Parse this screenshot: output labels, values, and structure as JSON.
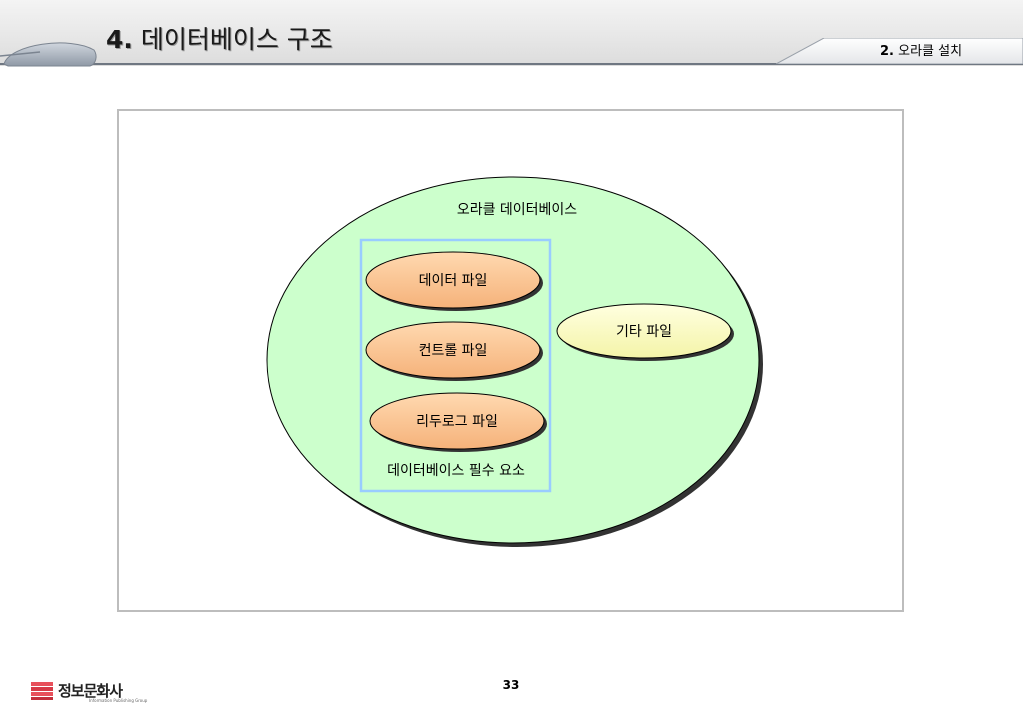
{
  "header": {
    "title_number": "4.",
    "title_text": "데이터베이스 구조",
    "section_number": "2.",
    "section_text": "오라클 설치"
  },
  "diagram": {
    "outer_label": "오라클 데이터베이스",
    "group_label": "데이터베이스 필수 요소",
    "required_items": [
      "데이터 파일",
      "컨트롤 파일",
      "리두로그 파일"
    ],
    "other_item": "기타 파일"
  },
  "colors": {
    "outer_fill": "#ccffcc",
    "required_fill": "#ffcc99",
    "other_fill": "#ffffcc",
    "group_border": "#99ccff",
    "header_line": "#6f7782"
  },
  "footer": {
    "page_number": "33",
    "publisher": "정보문화사",
    "publisher_sub": "Information Publishing Group"
  }
}
